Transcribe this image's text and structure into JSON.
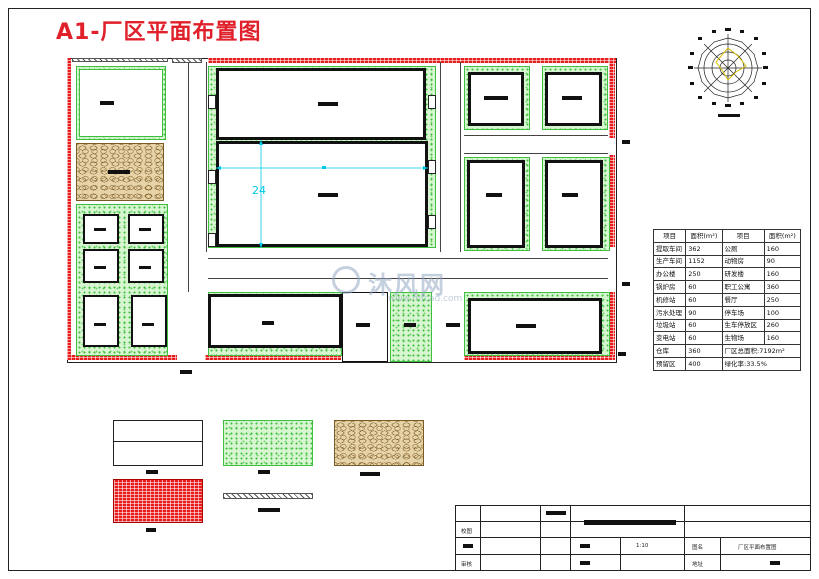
{
  "title": "A1-厂区平面布置图",
  "dimension_label": "24",
  "watermark": {
    "text": "沐风网",
    "url": "www.mfcad.com"
  },
  "colors": {
    "title": "#e0202a",
    "green": "#3fbf3f",
    "wall": "#e81c1c",
    "dimension": "#00c8e6",
    "stone": "#7a5a25"
  },
  "table": {
    "headers": [
      "项目",
      "面积(m²)",
      "项目",
      "面积(m²)"
    ],
    "rows": [
      [
        "提取车间",
        "362",
        "公厕",
        "160"
      ],
      [
        "生产车间",
        "1152",
        "动物房",
        "90"
      ],
      [
        "办公楼",
        "250",
        "研发楼",
        "160"
      ],
      [
        "锅炉房",
        "60",
        "职工公寓",
        "360"
      ],
      [
        "机修站",
        "60",
        "餐厅",
        "250"
      ],
      [
        "污水处理",
        "90",
        "停车场",
        "100"
      ],
      [
        "垃圾站",
        "60",
        "生车停放区",
        "260"
      ],
      [
        "变电站",
        "60",
        "生物场",
        "160"
      ],
      [
        "仓库",
        "360",
        "厂区总面积:7192m²",
        ""
      ],
      [
        "预留区",
        "400",
        "绿化率:33.5%",
        ""
      ]
    ]
  },
  "title_block": {
    "row1_label": "校图",
    "row2_label": "审核",
    "scale": "1:10",
    "sheet_label": "图名",
    "drawing_name": "厂区平面布置图",
    "bottom_label": "地址"
  }
}
